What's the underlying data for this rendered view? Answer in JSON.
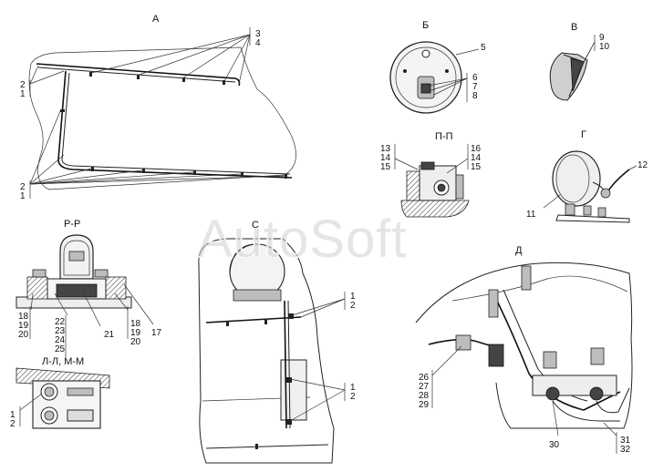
{
  "views": {
    "a": {
      "title": "А"
    },
    "b": {
      "title": "Б"
    },
    "v": {
      "title": "В"
    },
    "pp": {
      "title": "П-П"
    },
    "g": {
      "title": "Г"
    },
    "rr": {
      "title": "Р-Р"
    },
    "s": {
      "title": "С"
    },
    "d": {
      "title": "Д"
    },
    "ll": {
      "title": "Л-Л, М-М"
    }
  },
  "callouts": {
    "a_top": [
      "3",
      "4"
    ],
    "a_left1": [
      "2",
      "1"
    ],
    "a_left2": [
      "2",
      "1"
    ],
    "b_5": "5",
    "b_678": [
      "6",
      "7",
      "8"
    ],
    "v_910": [
      "9",
      "10"
    ],
    "pp_left": [
      "13",
      "14",
      "15"
    ],
    "pp_right": [
      "16",
      "14",
      "15"
    ],
    "g_12": "12",
    "g_11": "11",
    "rr_left": [
      "18",
      "19",
      "20"
    ],
    "rr_mid": [
      "22",
      "23",
      "24",
      "25"
    ],
    "rr_21": "21",
    "rr_right": [
      "18",
      "19",
      "20"
    ],
    "rr_17": "17",
    "s_top": [
      "1",
      "2"
    ],
    "s_bot": [
      "1",
      "2"
    ],
    "ll_12": [
      "1",
      "2"
    ],
    "d_left": [
      "26",
      "27",
      "28",
      "29"
    ],
    "d_30": "30",
    "d_right": [
      "31",
      "32"
    ]
  },
  "watermark": "AutoSoft"
}
